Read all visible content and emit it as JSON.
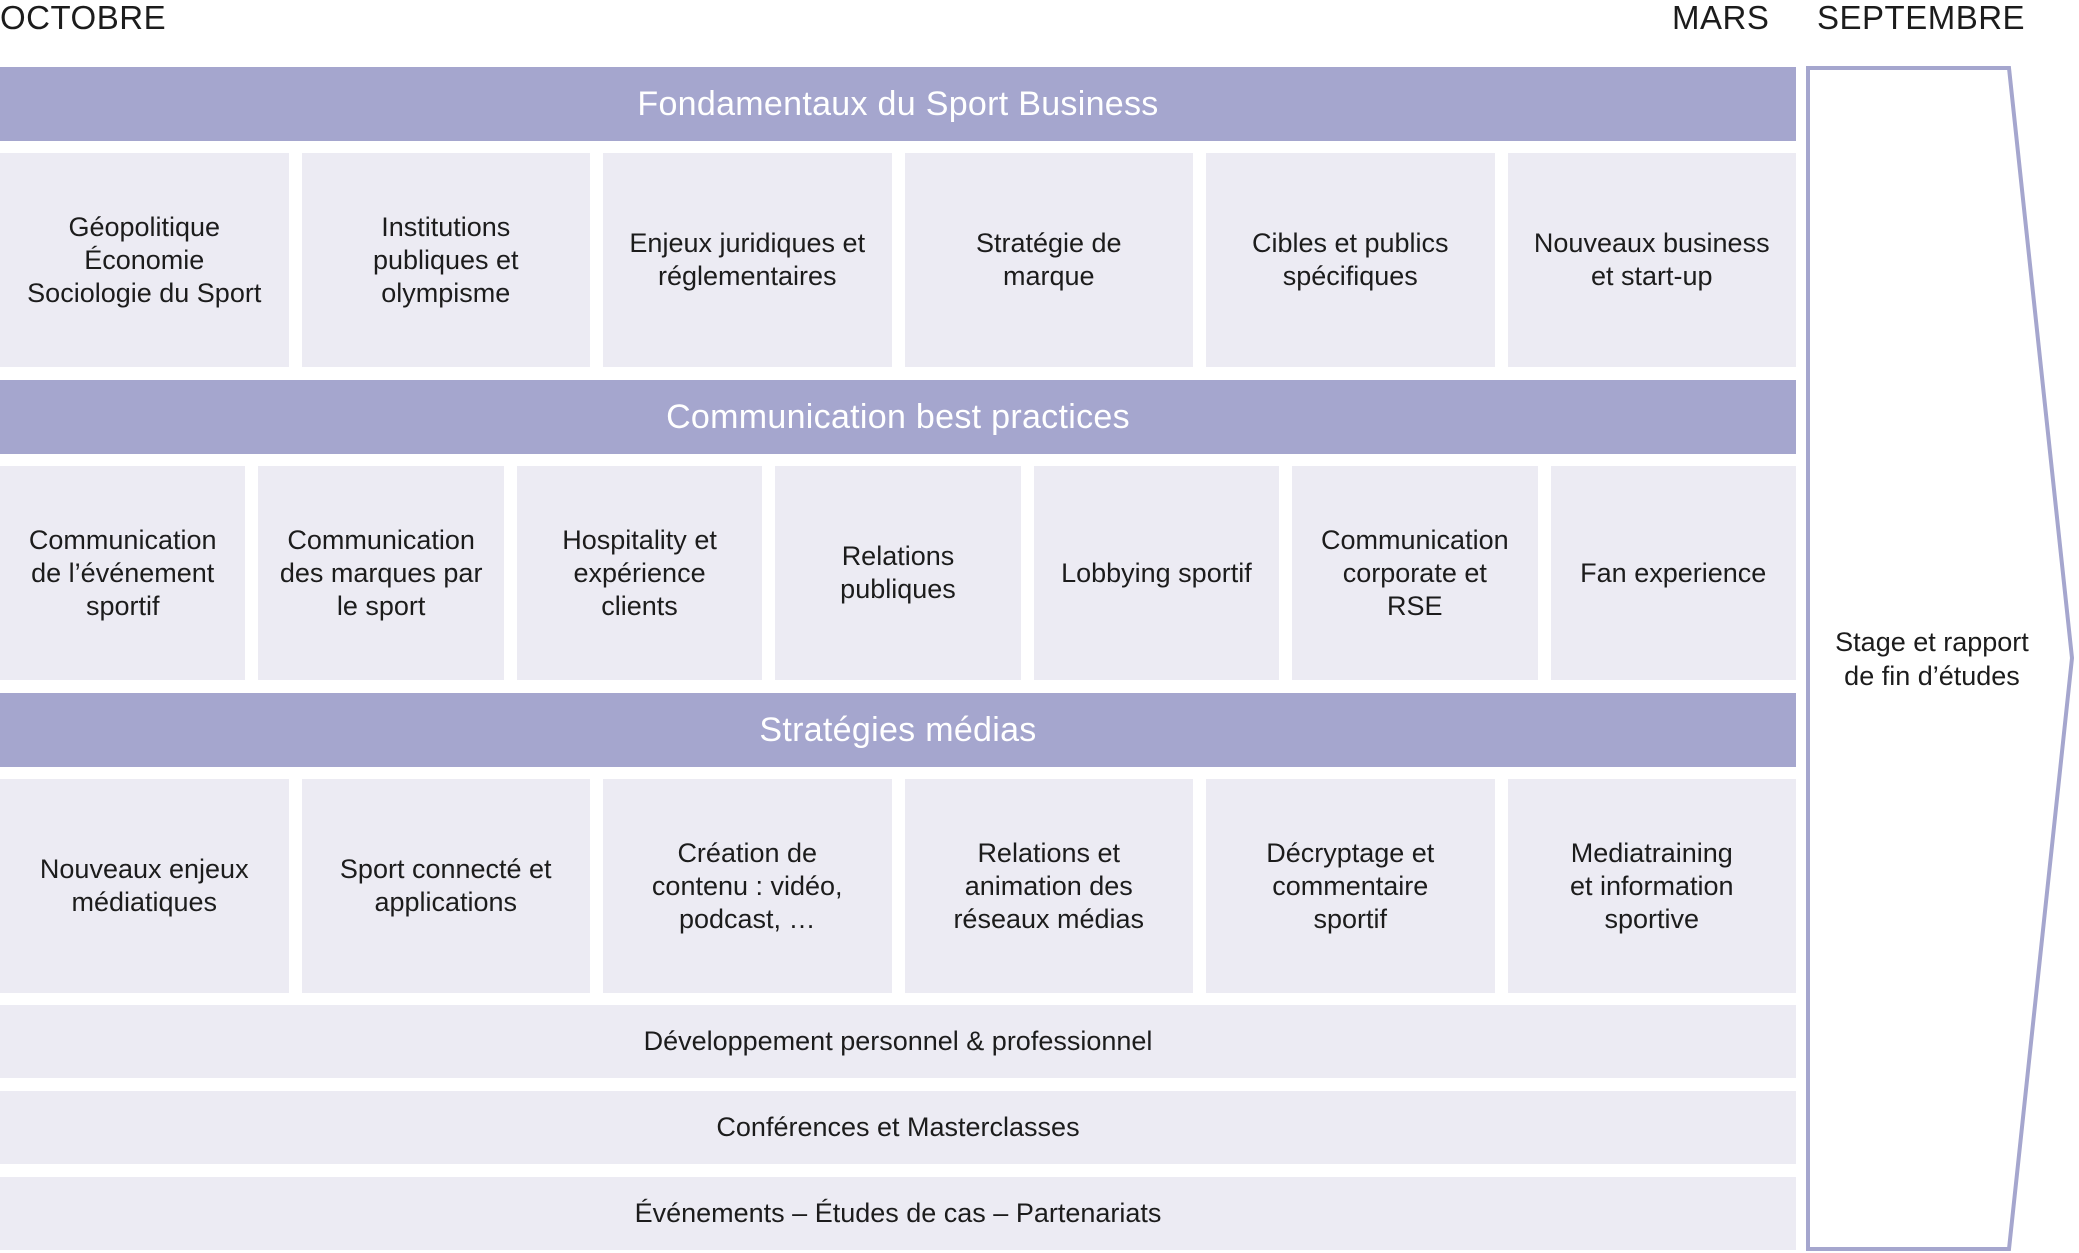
{
  "timeline": {
    "start": "OCTOBRE",
    "middle": "MARS",
    "end": "SEPTEMBRE"
  },
  "sections": [
    {
      "title": "Fondamentaux du Sport Business",
      "modules": [
        "Géopolitique\nÉconomie\nSociologie du Sport",
        "Institutions\npubliques et\nolympisme",
        "Enjeux juridiques et\nréglementaires",
        "Stratégie de\nmarque",
        "Cibles et publics\nspécifiques",
        "Nouveaux business\net start-up"
      ]
    },
    {
      "title": "Communication best practices",
      "modules": [
        "Communication\nde l’événement\nsportif",
        "Communication\ndes marques par\nle sport",
        "Hospitality et\nexpérience\nclients",
        "Relations\npubliques",
        "Lobbying sportif",
        "Communication\ncorporate et\nRSE",
        "Fan experience"
      ]
    },
    {
      "title": "Stratégies médias",
      "modules": [
        "Nouveaux enjeux\nmédiatiques",
        "Sport connecté et\napplications",
        "Création de\ncontenu : vidéo,\npodcast, …",
        "Relations et\nanimation des\nréseaux médias",
        "Décryptage et\ncommentaire\nsportif",
        "Mediatraining\net information\nsportive"
      ]
    }
  ],
  "transversal": [
    "Développement personnel & professionnel",
    "Conférences et Masterclasses",
    "Événements – Études de cas – Partenariats"
  ],
  "final_phase": "Stage et rapport\nde fin d’études",
  "colors": {
    "band": "#a5a6ce",
    "cell": "#ecebf3",
    "arrow_stroke": "#a5a6ce"
  }
}
